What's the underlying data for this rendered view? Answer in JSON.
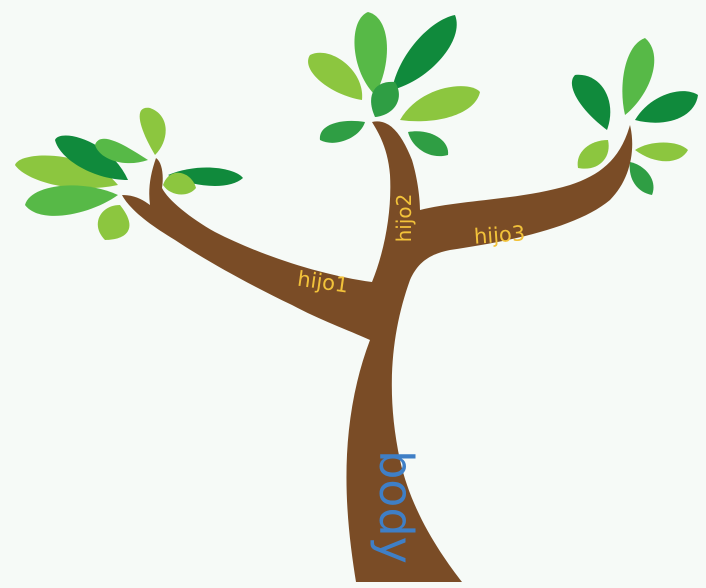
{
  "labels": {
    "body": "body",
    "child1": "hijo1",
    "child2": "hijo2",
    "child3": "hijo3"
  },
  "colors": {
    "trunk": "#7a4c26",
    "body_text": "#3f7fc6",
    "child_text": "#f2c23a",
    "leaf_dark": "#2f9e44",
    "leaf_darker": "#108a3c",
    "leaf_light": "#8cc63f",
    "leaf_mid": "#57b947"
  }
}
